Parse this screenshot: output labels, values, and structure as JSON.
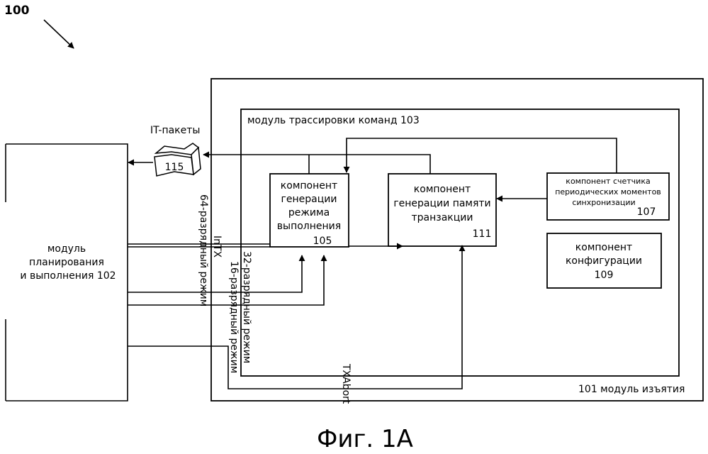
{
  "figure_number": "100",
  "caption": "Фиг. 1А",
  "retirement_module_label": "101 модуль изъятия",
  "trace_module_label": "модуль трассировки команд 103",
  "scheduler": {
    "line1": "модуль",
    "line2": "планирования",
    "line3": "и выполнения 102"
  },
  "mode_component": {
    "line1": "компонент",
    "line2": "генерации",
    "line3": "режима",
    "line4": "выполнения",
    "number": "105"
  },
  "txn_component": {
    "line1": "компонент",
    "line2": "генерации памяти",
    "line3": "транзакции",
    "number": "111"
  },
  "counter_component": {
    "line1": "компонент счетчика",
    "line2": "периодических моментов",
    "line3": "синхронизации",
    "number": "107"
  },
  "config_component": {
    "line1": "компонент",
    "line2": "конфигурации",
    "number": "109"
  },
  "packets": {
    "label": "IT-пакеты",
    "number": "115"
  },
  "signals": {
    "mode64": "64-разрядный режим",
    "intx": "InTX",
    "mode32": "32-разрядный режим",
    "mode16": "16-разрядный режим",
    "txabort": "TXAbort"
  }
}
